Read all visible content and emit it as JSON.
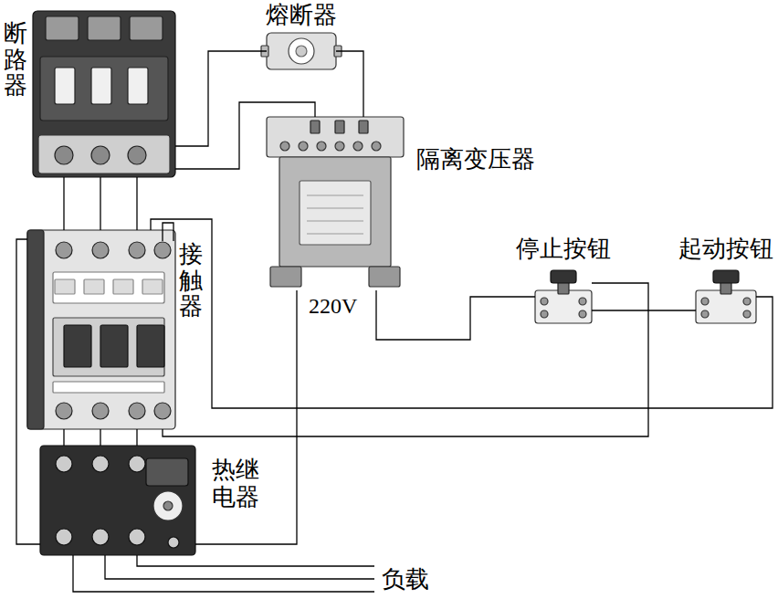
{
  "diagram": {
    "nodes": [
      {
        "text": [
          "断路器"
        ]
      },
      {
        "text": [
          "熔断器"
        ]
      },
      {
        "text": [
          "隔离变压器"
        ]
      },
      {
        "text": [
          "接触器"
        ]
      },
      {
        "text": [
          "停止按钮"
        ]
      },
      {
        "text": [
          "起动按钮"
        ]
      },
      {
        "text": [
          "热继电器"
        ]
      }
    ],
    "edges": [
      {
        "from": 0,
        "to": 1,
        "arrow": "none"
      },
      {
        "from": 0,
        "to": 2,
        "arrow": "none"
      },
      {
        "from": 1,
        "to": 2,
        "arrow": "none"
      },
      {
        "from": 0,
        "to": 3,
        "arrow": "none"
      },
      {
        "from": 0,
        "to": 3,
        "arrow": "none"
      },
      {
        "from": 0,
        "to": 3,
        "arrow": "none"
      },
      {
        "from": 2,
        "to": 4,
        "arrow": "none"
      },
      {
        "from": 4,
        "to": 5,
        "arrow": "none"
      },
      {
        "from": 5,
        "to": 3,
        "arrow": "none"
      },
      {
        "from": 4,
        "to": 3,
        "arrow": "none"
      },
      {
        "from": 3,
        "to": 6,
        "arrow": "none"
      },
      {
        "from": 3,
        "to": 6,
        "arrow": "none"
      },
      {
        "from": 3,
        "to": 6,
        "arrow": "none"
      },
      {
        "from": 3,
        "to": 6,
        "arrow": "none"
      },
      {
        "from": 6,
        "to": 2,
        "arrow": "none"
      }
    ],
    "labels": [
      "220V",
      "负载"
    ]
  }
}
